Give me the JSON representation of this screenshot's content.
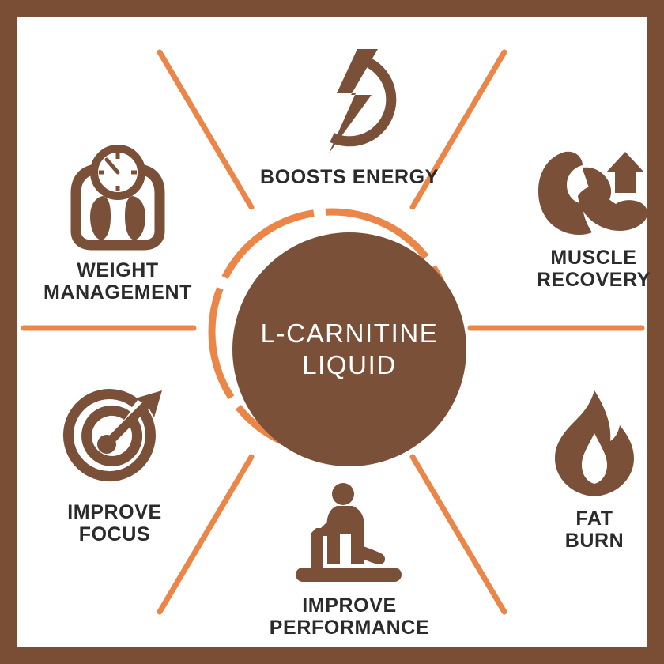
{
  "palette": {
    "frame_brown": "#7a4e34",
    "icon_brown": "#7a5038",
    "hub_brown": "#7a5038",
    "accent_orange": "#ec8548",
    "label_text": "#2b2b2b",
    "hub_text": "#ffffff",
    "background": "#ffffff"
  },
  "hub": {
    "line1": "L-CARNITINE",
    "line2": "LIQUID"
  },
  "chart_data": {
    "type": "diagram",
    "subtype": "radial-hub-and-spoke",
    "title": "L-CARNITINE LIQUID",
    "center_label": "L-CARNITINE LIQUID",
    "spoke_count": 6,
    "categories": [
      "BOOSTS ENERGY",
      "MUSCLE RECOVERY",
      "FAT BURN",
      "IMPROVE PERFORMANCE",
      "IMPROVE FOCUS",
      "WEIGHT MANAGEMENT"
    ],
    "annotations": [
      "BOOSTS ENERGY",
      "MUSCLE RECOVERY",
      "FAT BURN",
      "IMPROVE PERFORMANCE",
      "IMPROVE FOCUS",
      "WEIGHT MANAGEMENT"
    ],
    "legend": []
  },
  "nodes": [
    {
      "id": "energy",
      "icon": "lightning-bolt-circle-icon",
      "label": "BOOSTS ENERGY",
      "position": "top"
    },
    {
      "id": "muscle",
      "icon": "flexed-bicep-arrow-up-icon",
      "label": "MUSCLE\nRECOVERY",
      "position": "top-right"
    },
    {
      "id": "fat",
      "icon": "flame-icon",
      "label": "FAT\nBURN",
      "position": "bottom-right"
    },
    {
      "id": "performance",
      "icon": "treadmill-runner-icon",
      "label": "IMPROVE PERFORMANCE",
      "position": "bottom"
    },
    {
      "id": "focus",
      "icon": "target-arrow-icon",
      "label": "IMPROVE\nFOCUS",
      "position": "bottom-left"
    },
    {
      "id": "weight",
      "icon": "bathroom-scale-icon",
      "label": "WEIGHT\nMANAGEMENT",
      "position": "top-left"
    }
  ]
}
